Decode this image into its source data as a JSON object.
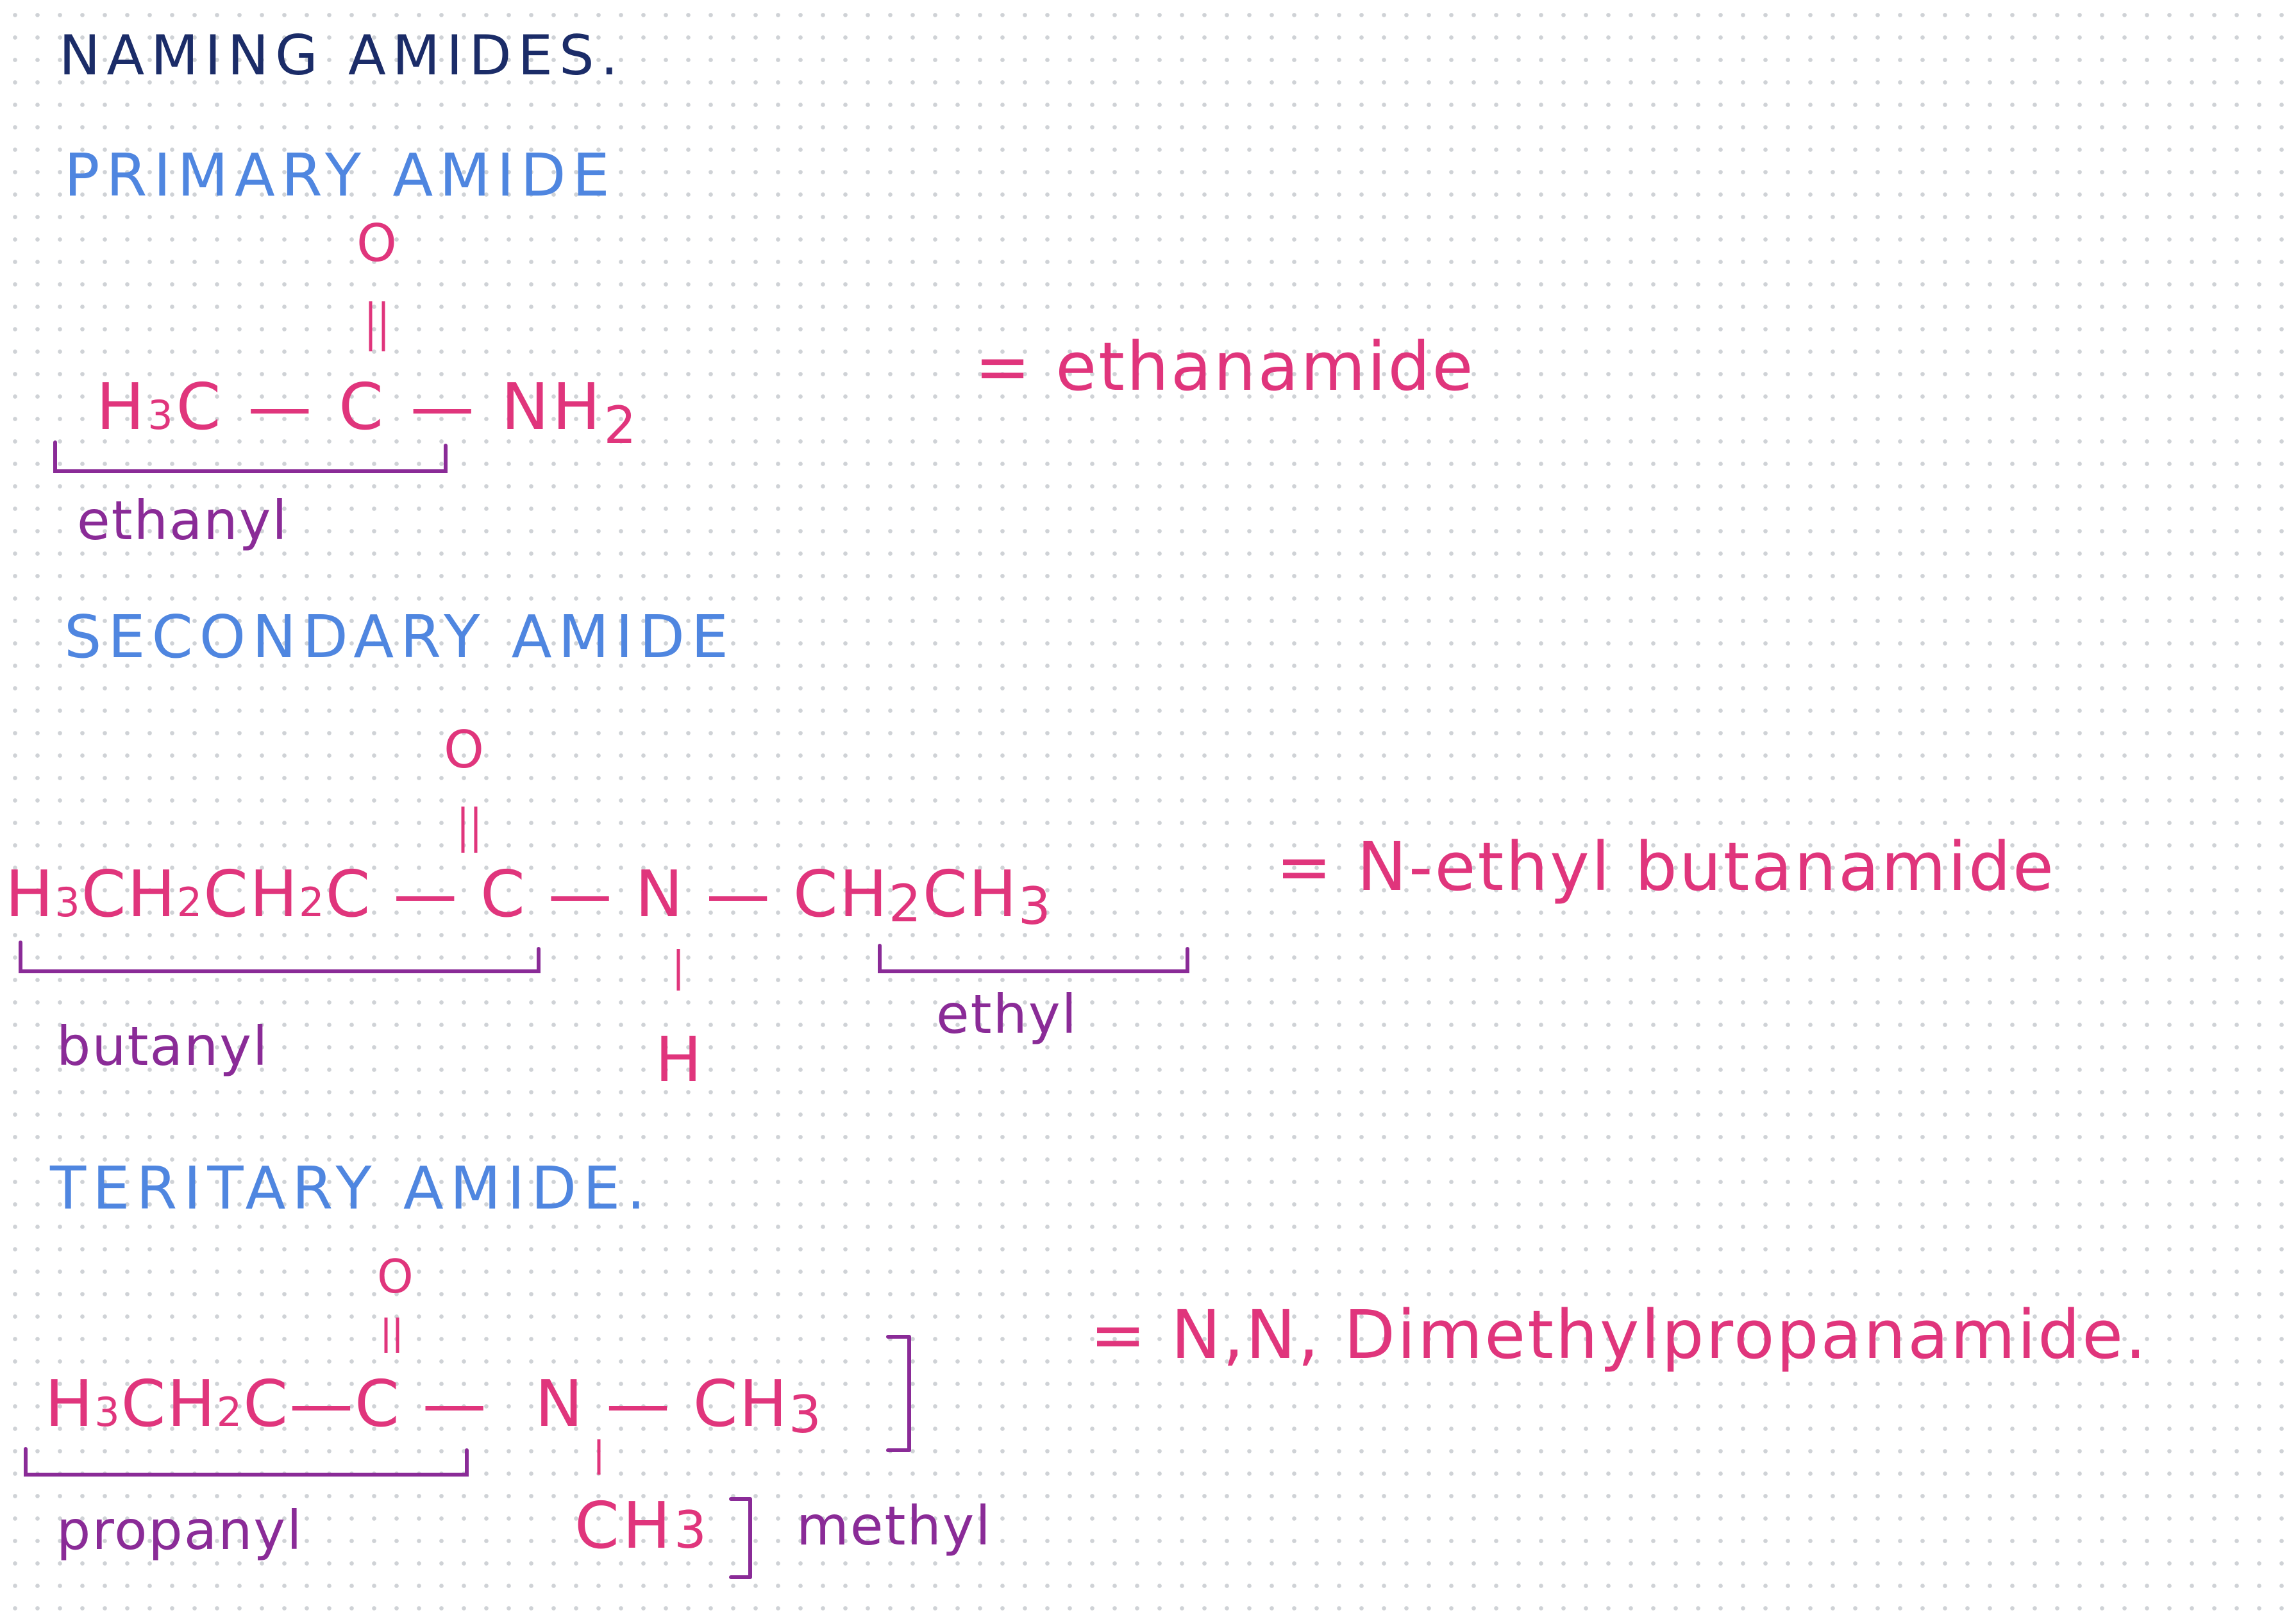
{
  "title": "NAMING AMIDES.",
  "colors": {
    "title": "#1b2c68",
    "heading": "#4f86e0",
    "formula": "#e0357c",
    "bracket": "#8a2b97"
  },
  "primary": {
    "heading": "PRIMARY AMIDE",
    "carbonyl_o": "O",
    "chain": "H",
    "chain_sub": "3",
    "chain_c": "C",
    "bond1": "—",
    "carbon": "C",
    "bond2": "—",
    "amine": "NH",
    "amine_sub": "2",
    "result": "= ethanamide",
    "bracket_label": "ethanyl"
  },
  "secondary": {
    "heading": "SECONDARY AMIDE",
    "carbonyl_o": "O",
    "chain_h": "H",
    "chain_sub1": "3",
    "chain_c1": "CH",
    "chain_sub2": "2",
    "chain_c2": "CH",
    "chain_sub3": "2",
    "chain_c3": "C",
    "bond1": "—",
    "carbon": "C",
    "bond2": "—",
    "nitrogen": "N",
    "bond3": "—",
    "ethyl_group": "CH",
    "ethyl_sub1": "2",
    "ethyl_c2": "CH",
    "ethyl_sub2": "3",
    "n_h": "H",
    "result": "= N-ethyl butanamide",
    "bracket_label_left": "butanyl",
    "bracket_label_right": "ethyl"
  },
  "tertiary": {
    "heading": "TERITARY AMIDE.",
    "carbonyl_o": "O",
    "chain_h": "H",
    "chain_sub1": "3",
    "chain_c1": "CH",
    "chain_sub2": "2",
    "chain_c2": "C",
    "bond1": "—",
    "carbon": "C",
    "bond2": "—",
    "nitrogen": "N",
    "bond3": "—",
    "methyl1": "CH",
    "methyl1_sub": "3",
    "methyl2": "CH",
    "methyl2_sub": "3",
    "result": "= N,N, Dimethylpropanamide.",
    "bracket_label_left": "propanyl",
    "bracket_label_right": "methyl"
  }
}
